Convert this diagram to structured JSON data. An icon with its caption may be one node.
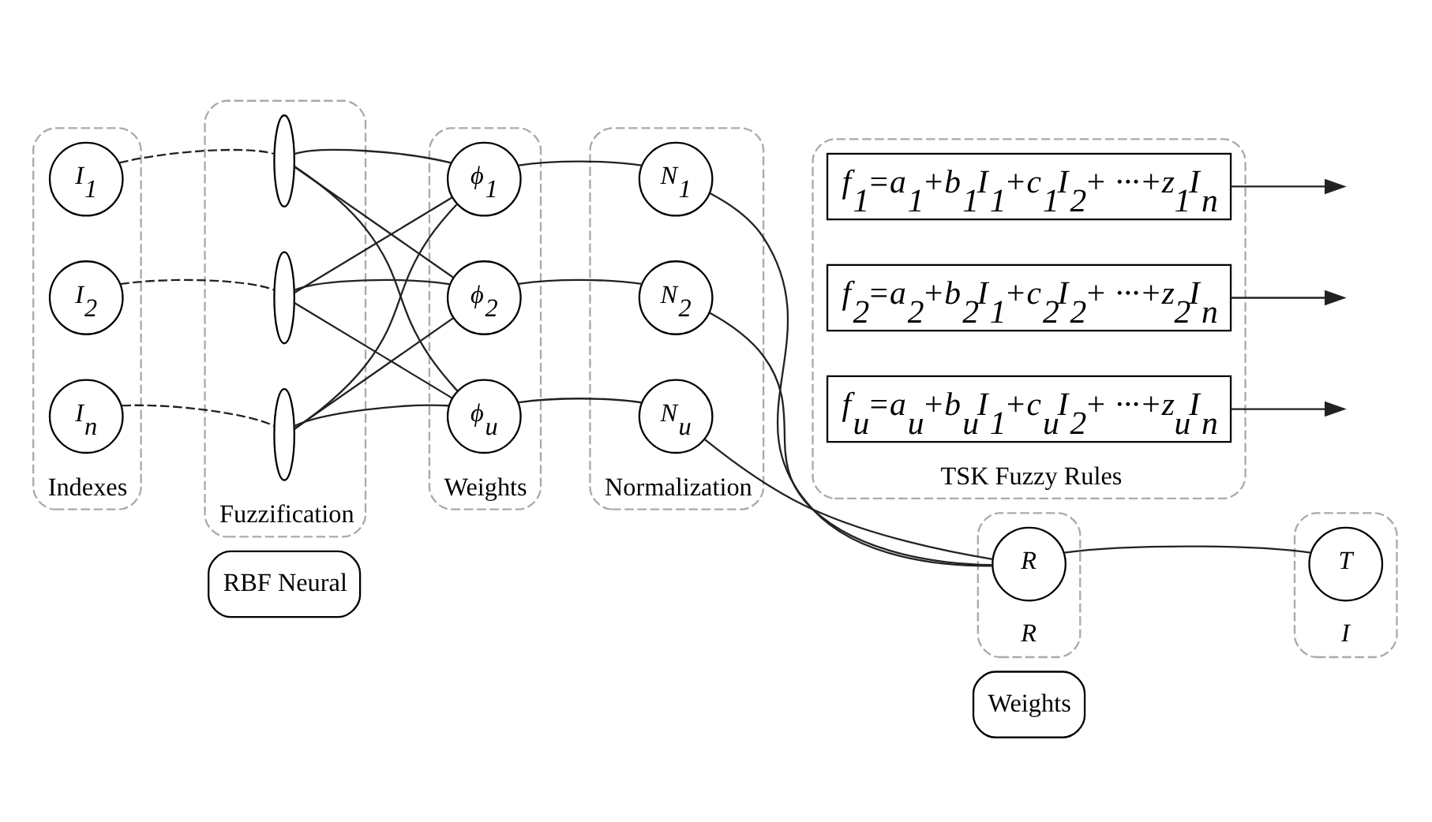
{
  "diagram": {
    "nodes": [
      {
        "text": [
          "RBF Neural"
        ]
      },
      {
        "text": [
          "Weights"
        ]
      },
      {
        "text": [
          "Indexes"
        ]
      },
      {
        "text": [
          "I$_{1}$"
        ],
        "in": 2
      },
      {
        "text": [
          "I$_{2}$"
        ],
        "in": 2
      },
      {
        "text": [
          "I$_{n}$"
        ],
        "in": 2
      },
      {
        "text": [
          "Fuzzification"
        ]
      },
      {
        "text": [],
        "shape": "curve",
        "in": 6
      },
      {
        "text": [],
        "shape": "curve",
        "in": 6
      },
      {
        "text": [],
        "shape": "curve",
        "in": 6
      },
      {
        "text": [
          "Weights"
        ]
      },
      {
        "text": [
          "ϕ$_{1}$"
        ],
        "in": 10
      },
      {
        "text": [
          "ϕ$_{2}$"
        ],
        "in": 10
      },
      {
        "text": [
          "ϕ$_{u}$"
        ],
        "in": 10
      },
      {
        "text": [
          "Normalization"
        ]
      },
      {
        "text": [
          "N$_{1}$"
        ],
        "in": 14
      },
      {
        "text": [
          "N$_{2}$"
        ],
        "in": 14
      },
      {
        "text": [
          "N$_{u}$"
        ],
        "in": 14
      },
      {
        "text": [
          "TSK Fuzzy Rules"
        ]
      },
      {
        "text": [
          "f$_{1}$=a$_{1}$+b$_{1}$I$_{1}$+c$_{1}$I$_{2}$+ ···+z$_{1}$I$_{n}$"
        ],
        "in": 18
      },
      {
        "text": [
          "f$_{2}$=a$_{2}$+b$_{2}$I$_{1}$+c$_{2}$I$_{2}$+ ···+z$_{2}$I$_{n}$"
        ],
        "in": 18
      },
      {
        "text": [
          "f$_{u}$=a$_{u}$+b$_{u}$I$_{1}$+c$_{u}$I$_{2}$+ ···+z$_{u}$I$_{n}$"
        ],
        "in": 18
      },
      {
        "text": [
          "R"
        ]
      },
      {
        "text": [
          "R"
        ],
        "in": 22
      },
      {
        "text": [
          "I"
        ]
      },
      {
        "text": [
          "T"
        ],
        "in": 24
      }
    ],
    "edges": [
      {
        "from": 3,
        "to": 7,
        "arrow": "none",
        "style": "dashed"
      },
      {
        "from": 4,
        "to": 8,
        "arrow": "none",
        "style": "dashed"
      },
      {
        "from": 5,
        "to": 9,
        "arrow": "none",
        "style": "dashed"
      },
      {
        "from": 7,
        "to": 11,
        "arrow": "none"
      },
      {
        "from": 7,
        "to": 12,
        "arrow": "none"
      },
      {
        "from": 7,
        "to": 13,
        "arrow": "none"
      },
      {
        "from": 8,
        "to": 11,
        "arrow": "none"
      },
      {
        "from": 8,
        "to": 12,
        "arrow": "none"
      },
      {
        "from": 8,
        "to": 13,
        "arrow": "none"
      },
      {
        "from": 9,
        "to": 11,
        "arrow": "none"
      },
      {
        "from": 9,
        "to": 12,
        "arrow": "none"
      },
      {
        "from": 9,
        "to": 13,
        "arrow": "none"
      },
      {
        "from": 11,
        "to": 15,
        "arrow": "none"
      },
      {
        "from": 12,
        "to": 16,
        "arrow": "none"
      },
      {
        "from": 13,
        "to": 17,
        "arrow": "none"
      },
      {
        "from": 15,
        "to": 23,
        "arrow": "none"
      },
      {
        "from": 16,
        "to": 23,
        "arrow": "none"
      },
      {
        "from": 17,
        "to": 23,
        "arrow": "none"
      },
      {
        "from": 19,
        "to": null,
        "arrow": "to"
      },
      {
        "from": 20,
        "to": null,
        "arrow": "to"
      },
      {
        "from": 21,
        "to": null,
        "arrow": "to"
      },
      {
        "from": 23,
        "to": 25,
        "arrow": "none"
      }
    ]
  }
}
